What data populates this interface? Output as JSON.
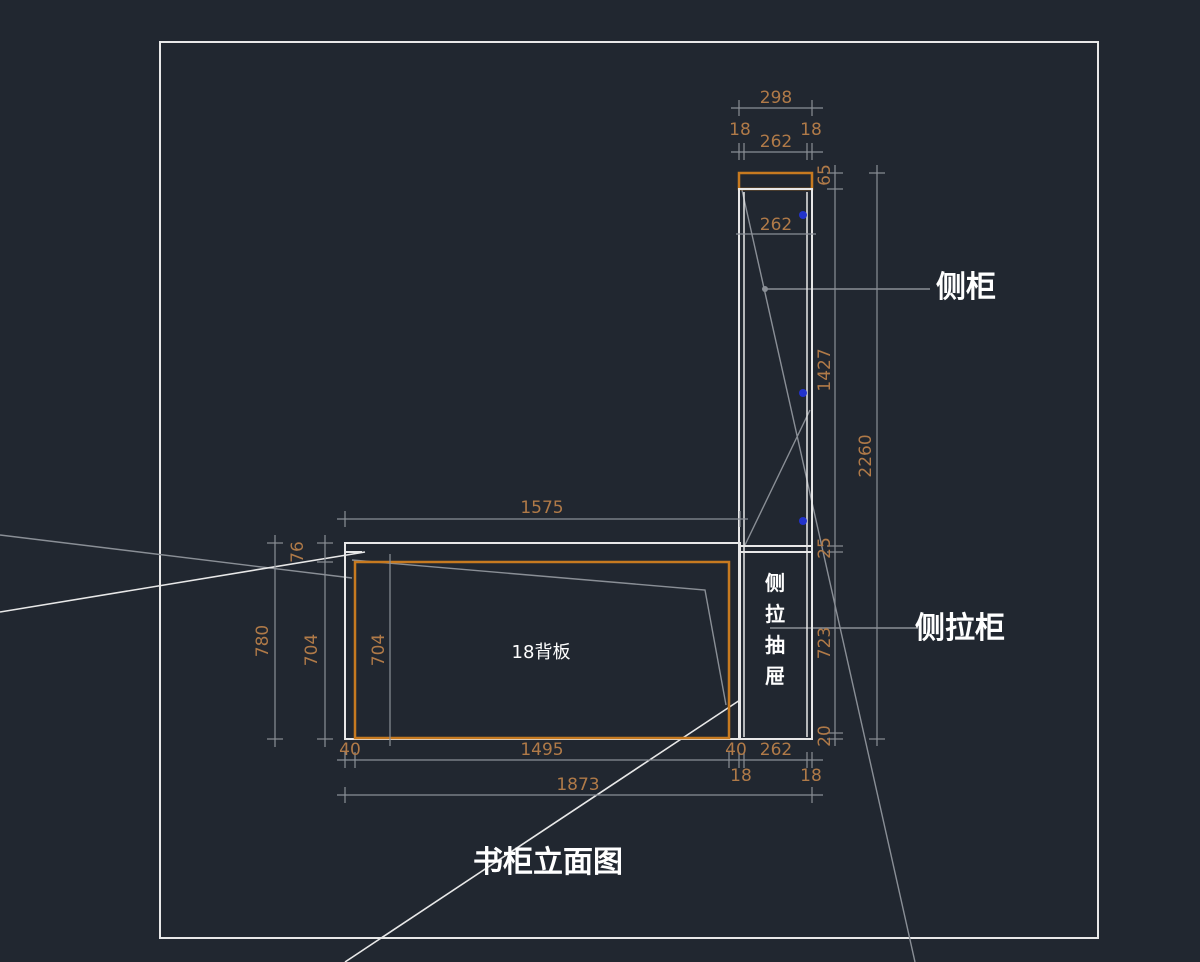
{
  "drawing": {
    "title": "书柜立面图",
    "labels": {
      "side_cabinet": "侧柜",
      "side_pull_cabinet": "侧拉柜",
      "back_panel": "18背板",
      "side_drawer": [
        "侧",
        "拉",
        "抽",
        "屉"
      ]
    },
    "dimensions": {
      "top_total": "298",
      "top_left_thk": "18",
      "top_right_thk": "18",
      "top_inner": "262",
      "top_cap": "65",
      "inner_upper": "262",
      "tower_upper_height": "1427",
      "tower_total_height": "2260",
      "mid_shelf": "25",
      "lower_height": "723",
      "base_right": "20",
      "desk_top_width": "1575",
      "desk_top_thk": "76",
      "desk_total_height": "780",
      "desk_inner_height_left": "704",
      "back_panel_height": "704",
      "left_gap": "40",
      "back_panel_width": "1495",
      "right_gap": "40",
      "drawer_width": "262",
      "bottom_mid_thk": "18",
      "bottom_right_thk": "18",
      "overall_width": "1873"
    }
  },
  "colors": {
    "background": "#212730",
    "dimension_text": "#b07a48",
    "orange_line": "#c77a20",
    "white_line": "#e8e8e8",
    "grey_line": "#8a8f96",
    "blue_marker": "#2233cc"
  }
}
